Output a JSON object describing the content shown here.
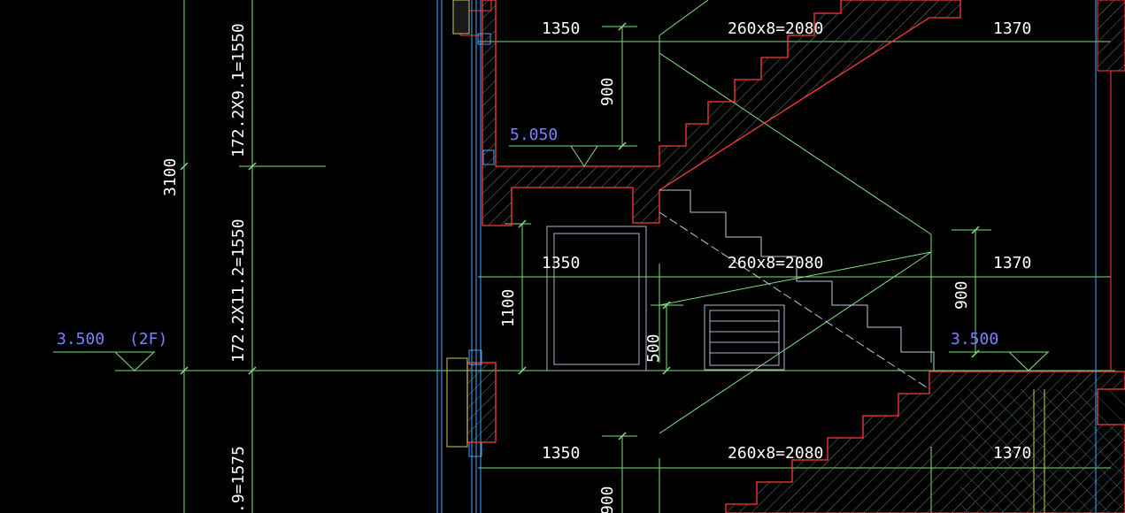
{
  "colors": {
    "background": "#000000",
    "dimension_line": "#7fdf7f",
    "structure_outline": "#ff3b3b",
    "concrete_hatch": "#ffffff",
    "glazing": "#3fa9ff",
    "label_text": "#ffffff",
    "level_text": "#7f7fff",
    "window_outline": "#aab4c8"
  },
  "annotations": {
    "d_top_left": "1350",
    "d_top_mid": "260x8=2080",
    "d_top_right": "1370",
    "d_mid_left": "1350",
    "d_mid_mid": "260x8=2080",
    "d_mid_right": "1370",
    "d_bot_left": "1350",
    "d_bot_mid": "260x8=2080",
    "d_bot_right": "1370",
    "v_900_upper": "900",
    "v_900_right": "900",
    "v_900_bottom": "900",
    "v_1100": "1100",
    "v_500": "500",
    "v_3100": "3100",
    "v_riser_upper": "172.2X9.1=1550",
    "v_riser_lower": "172.2X11.2=1550",
    "v_riser_bottom": ".9=1575"
  },
  "levels": {
    "landing_upper": "5.050",
    "floor_left": "3.500",
    "floor_left_tag": "(2F)",
    "floor_right": "3.500"
  }
}
